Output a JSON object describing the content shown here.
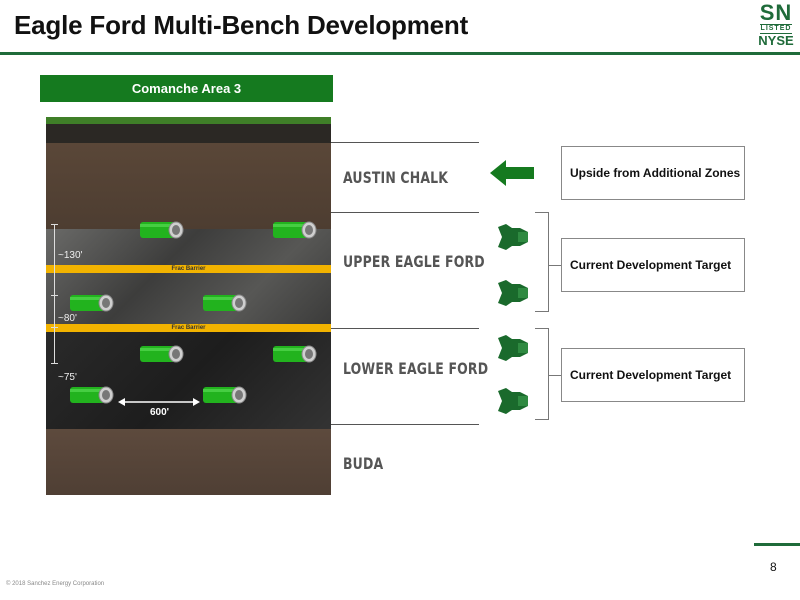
{
  "title": "Eagle Ford Multi-Bench Development",
  "logo": {
    "ticker": "SN",
    "listed": "LISTED",
    "exchange": "NYSE"
  },
  "area_banner": "Comanche Area 3",
  "zones": {
    "austin_chalk": "AUSTIN CHALK",
    "upper_eagle_ford": "UPPER EAGLE FORD",
    "lower_eagle_ford": "LOWER EAGLE FORD",
    "buda": "BUDA"
  },
  "frac_barrier_label": "Frac Barrier",
  "thickness": {
    "upper": "~130'",
    "middle": "~80'",
    "lower": "~75'"
  },
  "spacing": "600'",
  "boxes": {
    "upside": "Upside from Additional Zones",
    "current_upper": "Current Development Target",
    "current_lower": "Current Development Target"
  },
  "page_number": "8",
  "copyright": "© 2018 Sanchez Energy Corporation",
  "colors": {
    "brand_green": "#1f6b3a",
    "banner_green": "#157a1f",
    "pipe_green": "#22b31e",
    "barrier_yellow": "#f2b300"
  },
  "icons": [
    "arrow-left-icon",
    "drill-bit-icon",
    "wellbore-pipe-icon"
  ]
}
